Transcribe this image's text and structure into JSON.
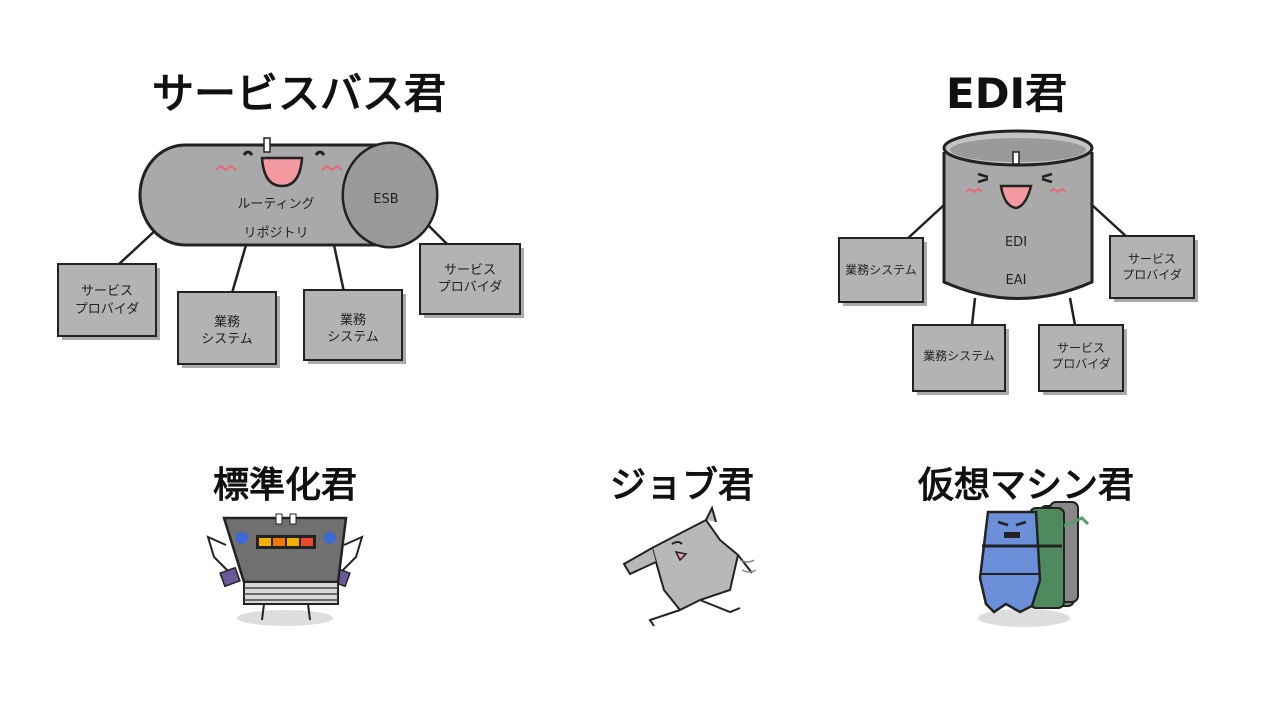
{
  "titles": {
    "servicebus": "サービスバス君",
    "edi": "EDI君",
    "standardization": "標準化君",
    "job": "ジョブ君",
    "vm": "仮想マシン君"
  },
  "servicebus": {
    "cylinder_end": "ESB",
    "body_line1": "ルーティング",
    "body_line2": "リポジトリ",
    "boxes": [
      {
        "line1": "サービス",
        "line2": "プロバイダ"
      },
      {
        "line1": "業務",
        "line2": "システム"
      },
      {
        "line1": "業務",
        "line2": "システム"
      },
      {
        "line1": "サービス",
        "line2": "プロバイダ"
      }
    ]
  },
  "edi": {
    "body_line1": "EDI",
    "body_line2": "EAI",
    "boxes": [
      {
        "line1": "業務システム",
        "line2": ""
      },
      {
        "line1": "サービス",
        "line2": "プロバイダ"
      },
      {
        "line1": "業務システム",
        "line2": ""
      },
      {
        "line1": "サービス",
        "line2": "プロバイダ"
      }
    ]
  },
  "colors": {
    "body_gray": "#a9a9a9",
    "box_gray": "#aeaeae",
    "cheek_pink": "#e8687a",
    "mouth_pink": "#f29aa0",
    "outline": "#222222",
    "vm_blue": "#6b8fd8",
    "vm_green": "#5a9a6a"
  }
}
